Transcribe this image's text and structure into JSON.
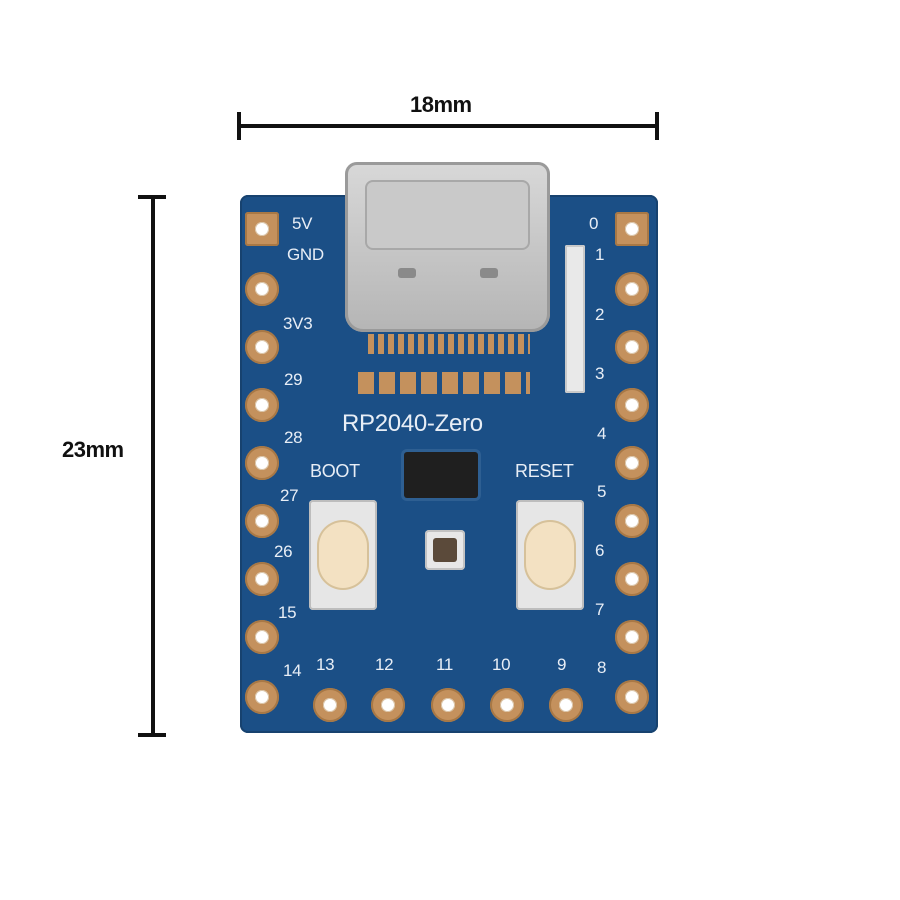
{
  "dimensions": {
    "width_label": "18mm",
    "height_label": "23mm"
  },
  "board": {
    "name": "RP2040-Zero",
    "boot_label": "BOOT",
    "reset_label": "RESET",
    "left_pins": [
      "5V",
      "GND",
      "3V3",
      "29",
      "28",
      "27",
      "26",
      "15",
      "14"
    ],
    "right_pins": [
      "0",
      "1",
      "2",
      "3",
      "4",
      "5",
      "6",
      "7",
      "8"
    ],
    "bottom_pins": [
      "13",
      "12",
      "11",
      "10",
      "9"
    ]
  }
}
